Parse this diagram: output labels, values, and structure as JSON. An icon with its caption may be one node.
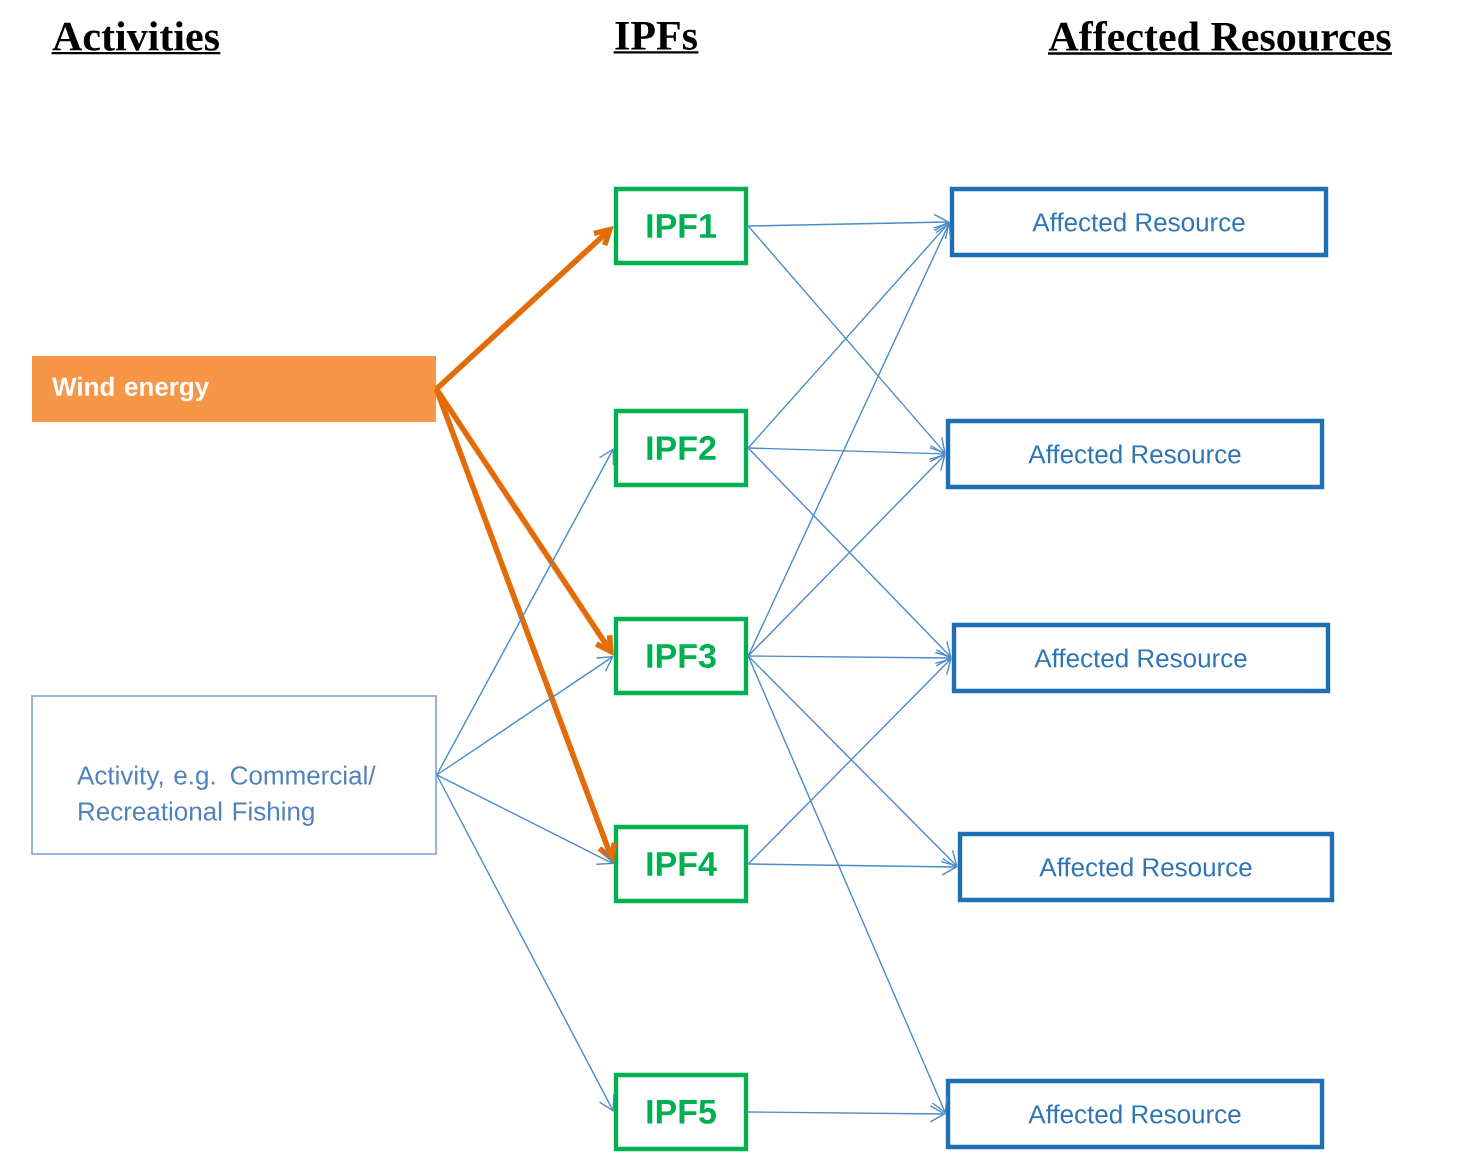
{
  "diagram": {
    "nodes": [
      {
        "text": [
          "Wind energy"
        ]
      },
      {
        "text": [
          "Activity, e.g. Commercial/ Recreational Fishing"
        ]
      },
      {
        "text": [
          "IPF1"
        ]
      },
      {
        "text": [
          "IPF2"
        ]
      },
      {
        "text": [
          "IPF3"
        ]
      },
      {
        "text": [
          "IPF4"
        ]
      },
      {
        "text": [
          "IPF5"
        ]
      },
      {
        "text": [
          "Affected Resource"
        ]
      },
      {
        "text": [
          "Affected Resource"
        ]
      },
      {
        "text": [
          "Affected Resource"
        ]
      },
      {
        "text": [
          "Affected Resource"
        ]
      },
      {
        "text": [
          "Affected Resource"
        ]
      }
    ],
    "edges": [
      {
        "from": 0,
        "to": 2,
        "arrow": "to",
        "style": "thick",
        "color": "#e36c09"
      },
      {
        "from": 0,
        "to": 4,
        "arrow": "to",
        "style": "thick",
        "color": "#e36c09"
      },
      {
        "from": 0,
        "to": 5,
        "arrow": "to",
        "style": "thick",
        "color": "#e36c09"
      },
      {
        "from": 1,
        "to": 3,
        "arrow": "to"
      },
      {
        "from": 1,
        "to": 4,
        "arrow": "to"
      },
      {
        "from": 1,
        "to": 5,
        "arrow": "to"
      },
      {
        "from": 1,
        "to": 6,
        "arrow": "to"
      },
      {
        "from": 2,
        "to": 7,
        "arrow": "to"
      },
      {
        "from": 2,
        "to": 8,
        "arrow": "to"
      },
      {
        "from": 3,
        "to": 7,
        "arrow": "to"
      },
      {
        "from": 3,
        "to": 8,
        "arrow": "to"
      },
      {
        "from": 3,
        "to": 9,
        "arrow": "to"
      },
      {
        "from": 4,
        "to": 7,
        "arrow": "to"
      },
      {
        "from": 4,
        "to": 8,
        "arrow": "to"
      },
      {
        "from": 4,
        "to": 9,
        "arrow": "to"
      },
      {
        "from": 4,
        "to": 10,
        "arrow": "to"
      },
      {
        "from": 4,
        "to": 11,
        "arrow": "to"
      },
      {
        "from": 5,
        "to": 9,
        "arrow": "to"
      },
      {
        "from": 5,
        "to": 10,
        "arrow": "to"
      },
      {
        "from": 6,
        "to": 11,
        "arrow": "to"
      }
    ],
    "labels": [
      "Activities",
      "IPFs",
      "Affected Resources"
    ]
  }
}
